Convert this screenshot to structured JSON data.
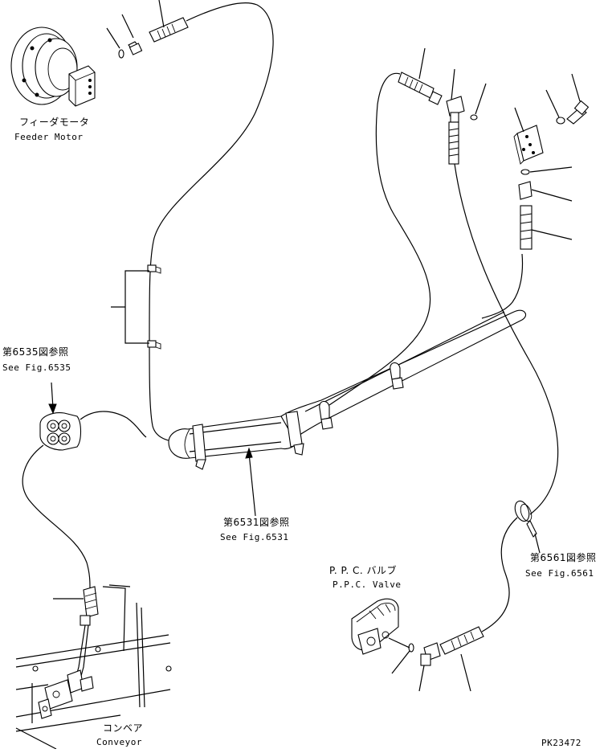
{
  "labels": {
    "feeder_motor_jp": "フィーダモータ",
    "feeder_motor_en": "Feeder Motor",
    "ref_6535_jp": "第6535図参照",
    "ref_6535_en": "See Fig.6535",
    "ref_6531_jp": "第6531図参照",
    "ref_6531_en": "See Fig.6531",
    "ref_6561_jp": "第6561図参照",
    "ref_6561_en": "See Fig.6561",
    "ppc_valve_jp": "P. P. C. バルブ",
    "ppc_valve_en": "P.P.C. Valve",
    "conveyor_jp": "コンベア",
    "conveyor_en": "Conveyor",
    "drawing_code": "PK23472"
  }
}
